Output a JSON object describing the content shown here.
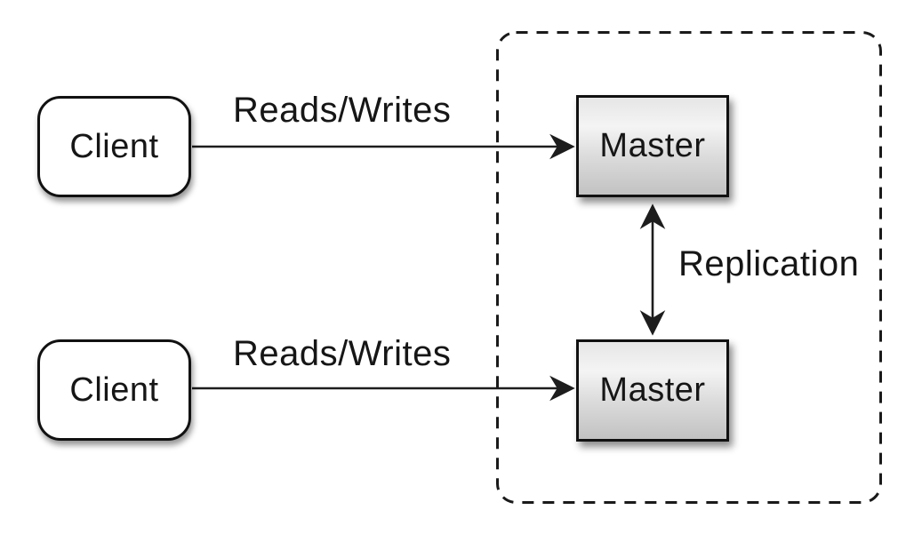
{
  "canvas": {
    "background": "#ffffff"
  },
  "nodes": {
    "clients": [
      {
        "label": "Client"
      },
      {
        "label": "Client"
      }
    ],
    "masters": [
      {
        "label": "Master"
      },
      {
        "label": "Master"
      }
    ]
  },
  "edges": {
    "reads_writes_top": {
      "label": "Reads/Writes"
    },
    "reads_writes_bottom": {
      "label": "Reads/Writes"
    },
    "replication": {
      "label": "Replication"
    }
  },
  "colors": {
    "node_border": "#111111",
    "client_fill": "#ffffff",
    "master_fill_top": "#e6e6e6",
    "master_fill_bottom": "#c2c2c2",
    "group_border": "#1a1a1a",
    "arrow": "#1d1d1d",
    "text": "#161616"
  }
}
